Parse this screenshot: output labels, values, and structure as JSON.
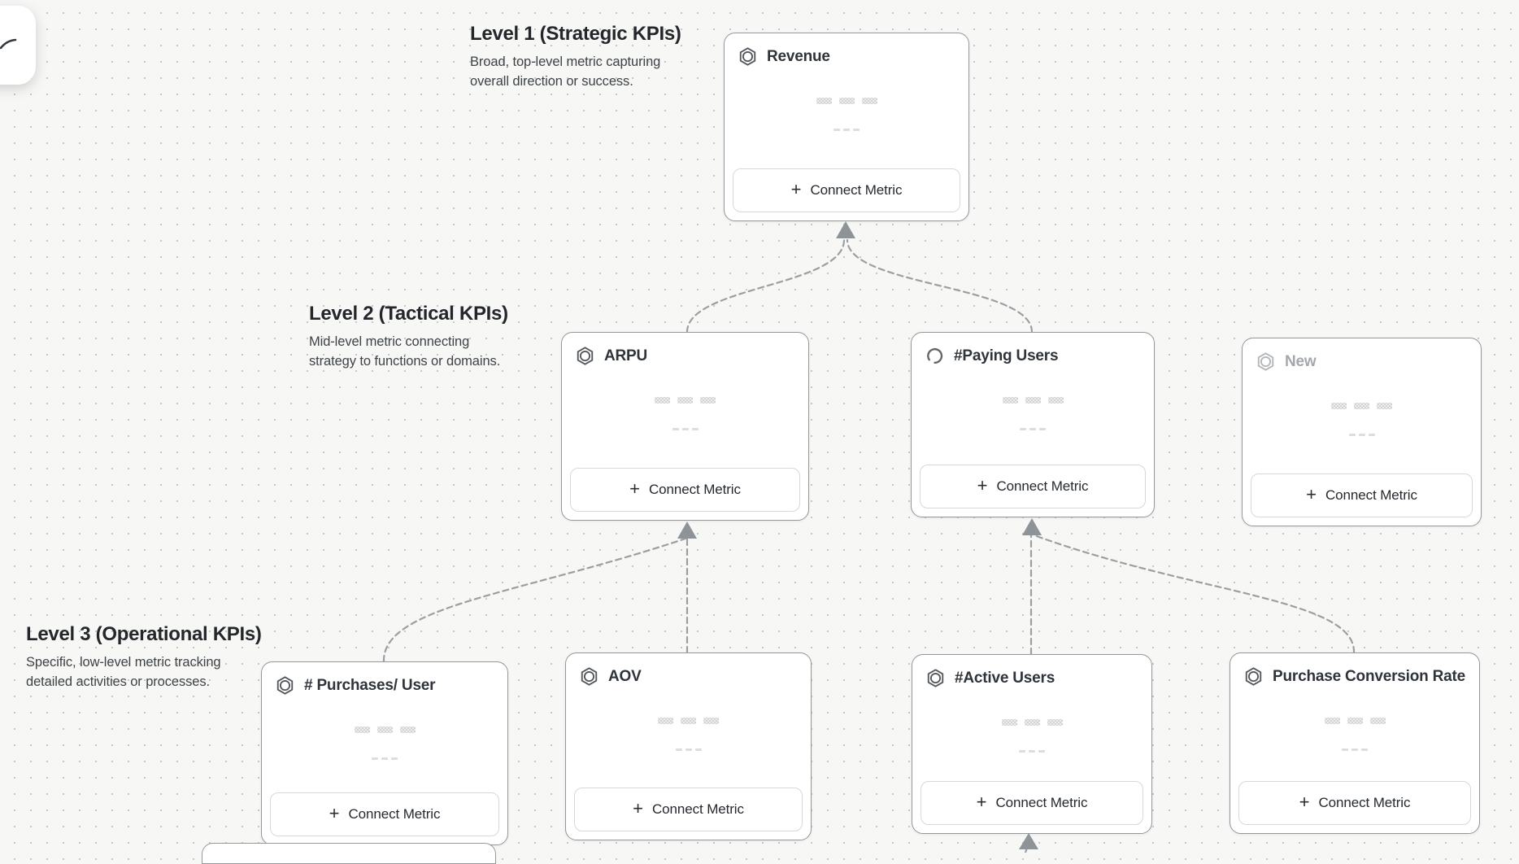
{
  "canvas": {
    "background_color": "#f7f7f5",
    "dot_color": "#c7c8c8",
    "connector_color": "#9b9fa3"
  },
  "toolbar_button": {
    "icon": "cursor-stroke-icon"
  },
  "levels": [
    {
      "title": "Level 1 (Strategic KPIs)",
      "description": "Broad, top-level metric capturing\noverall direction or success."
    },
    {
      "title": "Level 2 (Tactical KPIs)",
      "description": "Mid-level metric connecting\nstrategy to functions or domains."
    },
    {
      "title": "Level 3 (Operational KPIs)",
      "description": "Specific, low-level metric tracking\ndetailed activities or processes."
    }
  ],
  "cards": [
    {
      "title": "Revenue",
      "icon": "hexagon-badge-icon",
      "state": "default",
      "level": 1
    },
    {
      "title": "ARPU",
      "icon": "hexagon-badge-icon",
      "state": "default",
      "level": 2
    },
    {
      "title": "#Paying Users",
      "icon": "spinner-icon",
      "state": "loading",
      "level": 2
    },
    {
      "title": "New",
      "icon": "hexagon-badge-icon",
      "state": "draft",
      "level": 2
    },
    {
      "title": "# Purchases/ User",
      "icon": "hexagon-badge-icon",
      "state": "default",
      "level": 3
    },
    {
      "title": "AOV",
      "icon": "hexagon-badge-icon",
      "state": "default",
      "level": 3
    },
    {
      "title": "#Active Users",
      "icon": "hexagon-badge-icon",
      "state": "default",
      "level": 3
    },
    {
      "title": "Purchase Conversion Rate",
      "icon": "hexagon-badge-icon",
      "state": "default",
      "level": 3
    }
  ],
  "card_button_plus": "+",
  "card_button_label": "Connect Metric",
  "connections": [
    {
      "from": "ARPU",
      "to": "Revenue"
    },
    {
      "from": "#Paying Users",
      "to": "Revenue"
    },
    {
      "from": "# Purchases/ User",
      "to": "ARPU"
    },
    {
      "from": "AOV",
      "to": "ARPU"
    },
    {
      "from": "#Active Users",
      "to": "#Paying Users"
    },
    {
      "from": "Purchase Conversion Rate",
      "to": "#Paying Users"
    },
    {
      "from": "(offscreen card)",
      "to": "#Active Users"
    }
  ]
}
